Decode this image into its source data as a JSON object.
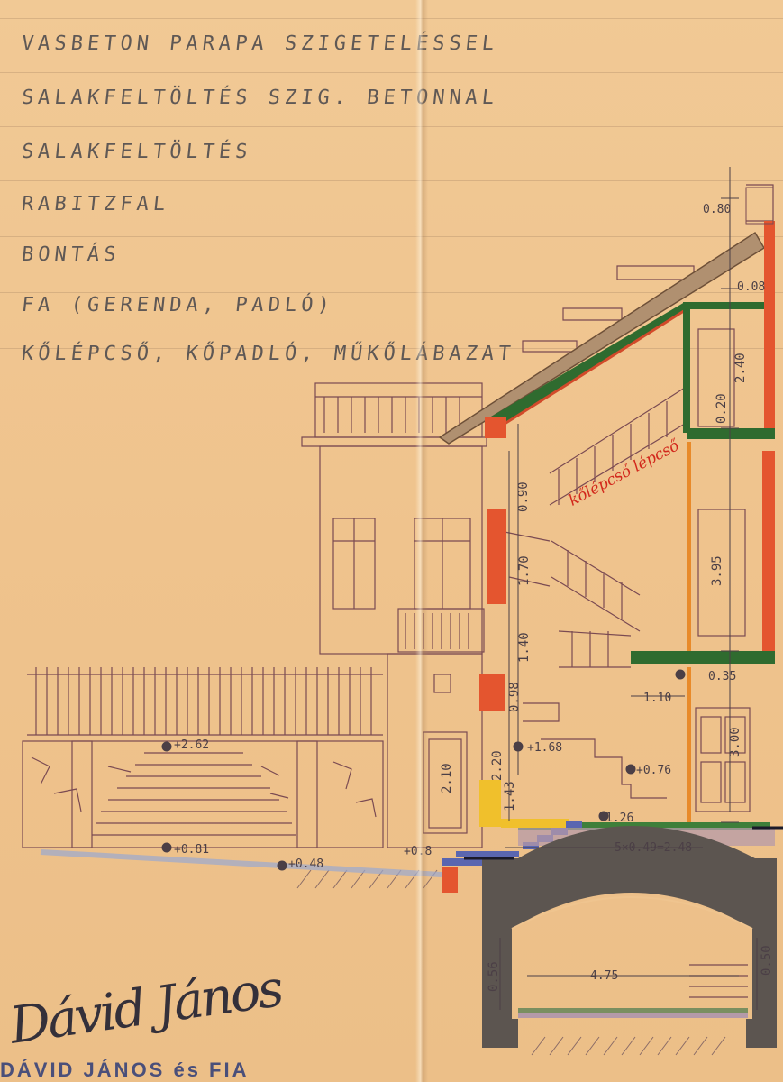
{
  "legend": [
    "VASBETON PARAPA SZIGETELÉSSEL",
    "SALAKFELTÖLTÉS SZIG. BETONNAL",
    "SALAKFELTÖLTÉS",
    "RABITZFAL",
    "BONTÁS",
    "FA (GERENDA, PADLÓ)",
    "KŐLÉPCSŐ, KŐPADLÓ, MŰKŐLÁBAZAT"
  ],
  "annotation": "kőlépcső lépcső",
  "dimensions": {
    "d080": "0.80",
    "d008": "0.08",
    "d240": "2.40",
    "d020": "0.20",
    "d090": "0.90",
    "d395": "3.95",
    "d170": "1.70",
    "d140": "1.40",
    "d035": "0.35",
    "d110": "1.10",
    "d098": "0.98",
    "d168": "+1.68",
    "d300": "3.00",
    "d076": "+0.76",
    "d262": "+2.62",
    "d210": "2.10",
    "d220": "2.20",
    "d126": "1.26",
    "d548": "5×0.49=2.48",
    "d081": "+0.81",
    "d048": "+0.48",
    "d08": "+0.8",
    "d056": "0.56",
    "d475": "4.75",
    "d050": "0.50",
    "d143": "1.43"
  },
  "signature": "Dávid János",
  "stamp": "DÁVID JÁNOS és FIA",
  "colors": {
    "paper": "#efc48f",
    "ink": "#7a4a52",
    "red": "#e4552f",
    "green": "#2f6b2f",
    "concrete": "#5c5550",
    "timber": "#8a6a50",
    "yellow": "#f0c02c",
    "blue": "#5a66b0"
  }
}
